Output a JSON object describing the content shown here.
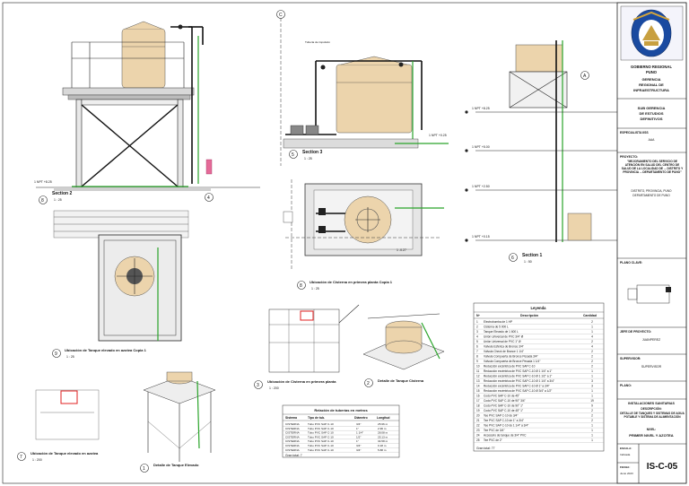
{
  "colors": {
    "tank": "#ecd4ac",
    "pipe_water": "#2aa42a",
    "highlight_red": "#e02020",
    "pink_marker": "#e56a98",
    "title_blue": "#1a4aa0"
  },
  "views": {
    "section2": {
      "title": "Section 2",
      "scale": "1 : 25",
      "marker": "8",
      "grid_mark": "4",
      "level": "1 NPT +8.25"
    },
    "section3": {
      "title": "Section 3",
      "scale": "1 : 25",
      "marker": "5",
      "grid_mark": "C",
      "level": "1 NPT +0.25"
    },
    "section1": {
      "title": "Section 1",
      "scale": "1 : 50",
      "marker": "6",
      "levels": [
        "1 NPT +8.25",
        "1 NPT +5.00",
        "1 NPT +2.50",
        "1 NPT +0.15"
      ],
      "grid_mark": "A"
    },
    "plan_tanque_azotea_copia": {
      "title": "Ubicación de Tanque elevado en azotea Copia 1",
      "scale": "1 : 25",
      "marker": "9"
    },
    "plan_cisterna_copia": {
      "title": "Ubicación de Cisterna en primera planta Copia 1",
      "scale": "1 : 25",
      "marker": "8",
      "level": "1 -0.27"
    },
    "plan_cisterna": {
      "title": "Ubicación de Cisterna en primera planta",
      "scale": "1 : 200",
      "marker": "3"
    },
    "detalle_cisterna": {
      "title": "Detalle de Tanque Cisterna",
      "marker": "2"
    },
    "plan_tanque_azotea": {
      "title": "Ubicación de Tanque elevado en azotea",
      "scale": "1 : 200",
      "marker": "7"
    },
    "detalle_tanque_elevado": {
      "title": "Detalle de Tanque Elevado",
      "marker": "1"
    }
  },
  "leyenda": {
    "title": "Leyenda",
    "headers": [
      "Nº",
      "Descripción",
      "Cantidad"
    ],
    "rows": [
      [
        "1",
        "Electrobomba de 1 HP",
        "2"
      ],
      [
        "2",
        "Cisterna de 5 000 L",
        "1"
      ],
      [
        "3",
        "Tanque Elevado de 1 600 L",
        "1"
      ],
      [
        "4",
        "Unión Universal de PVC 3/4\" Ø",
        "4"
      ],
      [
        "5",
        "Unión Universal de PVC 1\" Ø",
        "2"
      ],
      [
        "6",
        "Válvula Esférica de Bronce 3/4\"",
        "4"
      ],
      [
        "7",
        "Válvula Check de Bronce 1 1/4\"",
        "2"
      ],
      [
        "8",
        "Válvula Compuerta de Bronce Pesada 3/4\"",
        "2"
      ],
      [
        "9",
        "Válvula Compuerta de Bronce Pesada 1 1/4\"",
        "2"
      ],
      [
        "10",
        "Reducción excéntrica de PVC SAP C-10",
        "2"
      ],
      [
        "11",
        "Reducción excéntrica de PVC SAP C-10 Ø 1 1/4\" a 1\"",
        "1"
      ],
      [
        "12",
        "Reducción excéntrica de PVC SAP C-10 Ø 1 1/2\" a 1\"",
        "1"
      ],
      [
        "13",
        "Reducción excéntrica de PVC SAP C-10 Ø 1 1/4\" a 3/4\"",
        "3"
      ],
      [
        "14",
        "Reducción excéntrica de PVC SAP C-10 Ø 1\" a 3/4\"",
        "3"
      ],
      [
        "15",
        "Reducción excéntrica de PVC SAP C-10 Ø 3/4\" a 1/2\"",
        "1"
      ],
      [
        "16",
        "Codo PVC SAP C-10 de 45°",
        "1"
      ],
      [
        "17",
        "Codo PVC SAP C-10 de 90° 3/4\"",
        "19"
      ],
      [
        "18",
        "Codo PVC SAP C-10 de 90° 1\"",
        "9"
      ],
      [
        "19",
        "Codo PVC SAP C-10 de 45° 1\"",
        "2"
      ],
      [
        "20",
        "Tee PVC SAP C-10 de 3/4\"",
        "2"
      ],
      [
        "21",
        "Tee PVC SAP C-10 de 1\" a 3/4\"",
        "2"
      ],
      [
        "22",
        "Tee PVC SAP C-10 de 1 1/4\" a 3/4\"",
        "1"
      ],
      [
        "23",
        "Tee PVC de 3/4\"",
        "1"
      ],
      [
        "24",
        "Accesorio de tanque de 3/4\" PVC",
        "1"
      ],
      [
        "25",
        "Tee PVC de 2\"",
        "1"
      ]
    ],
    "total": "Gran total: 77"
  },
  "tuberias": {
    "title": "Relación de tuberías en metros",
    "headers": [
      "Sistema",
      "Tipo de tub.",
      "Diámetro",
      "Longitud"
    ],
    "rows": [
      [
        "CISTERNA",
        "Tubo PVC SAP C-10",
        "3/4\"",
        "25.96 m"
      ],
      [
        "CISTERNA",
        "Tubo PVC SAP C-10",
        "1\"",
        "2.96 m"
      ],
      [
        "CISTERNA",
        "Tubo PVC SAP C-10",
        "1 1/4\"",
        "28.08 m"
      ],
      [
        "CISTERNA",
        "Tubo PVC SAP C-10",
        "1/2\"",
        "25.13 m"
      ],
      [
        "CISTERNA",
        "Tubo PVC SAP C-10",
        "1\"",
        "34.58 m"
      ],
      [
        "CISTERNA",
        "Tubo PVC SAP C-10",
        "3/4\"",
        "0.18 m"
      ],
      [
        "CISTERNA",
        "Tubo PVC SAP C-10",
        "3/4\"",
        "5.88 m"
      ]
    ],
    "total": "Gran total: 7"
  },
  "title_block": {
    "institution": [
      "GOBIERNO REGIONAL",
      "PUNO"
    ],
    "gerencia": [
      "GERENCIA",
      "REGIONAL DE",
      "INFRAESTRUCTURA"
    ],
    "sub_gerencia": [
      "SUB GERENCIA",
      "DE ESTUDIOS",
      "DEFINITIVOS"
    ],
    "especialista_label": "ESPECIALISTA IISS",
    "especialista": "AAA",
    "proyecto_label": "PROYECTO:",
    "proyecto": "\"MEJORAMIENTO DEL SERVICIO DE ATENCIÓN EN SALUD DEL CENTRO DE SALUD DE LA LOCALIDAD DE ... DISTRITO Y PROVINCIA ... DEPARTAMENTO DE PUNO\"",
    "ubicacion": [
      "DISTRITO, PROVINCIA, PUNO",
      "DEPARTAMENTO DE PUNO"
    ],
    "plano_clave_label": "PLANO CLAVE:",
    "jefe_label": "JEFE DE PROYECTO:",
    "jefe": "JUANPEREZ",
    "supervisor_label": "SUPERVISOR:",
    "supervisor": "SUPERVISOR",
    "plano_label": "PLANO:",
    "plano": [
      "INSTALACIONES SANITARIAS",
      "DESCRIPCIÓN:",
      "DETALLE DE TANQUES Y SISTEMAS DE AGUA POTABLE Y SISTEMA DE ALIMENTACIÓN",
      "NIVEL:",
      "PRIMER NIVEL Y AZOTEA"
    ],
    "sheet_number": "IS-C-05",
    "escala_label": "ESCALA:",
    "escala": "Indicada",
    "fecha_label": "FECHA:",
    "fecha": "Junio 2023"
  }
}
